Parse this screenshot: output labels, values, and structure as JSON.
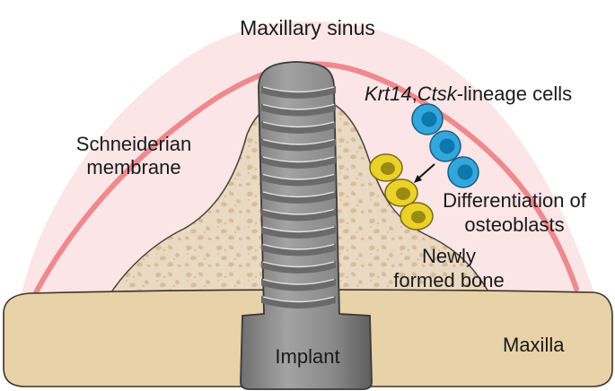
{
  "labels": {
    "sinus": "Maxillary sinus",
    "membrane_l1": "Schneiderian",
    "membrane_l2": "membrane",
    "lineage_a": "Krt14",
    "lineage_sep": ",",
    "lineage_b": "Ctsk",
    "lineage_c": "-lineage cells",
    "diff_l1": "Differentiation of",
    "diff_l2": "osteoblasts",
    "bone_l1": "Newly",
    "bone_l2": "formed bone",
    "implant": "Implant",
    "maxilla": "Maxilla"
  },
  "colors": {
    "sinus_fill": "#fbe5e6",
    "membrane": "#ee8a8e",
    "bone_fill": "#ead9c3",
    "bone_speck": "#d9c0a0",
    "maxilla_fill": "#e8d2a8",
    "implant": "#8f8f8f",
    "implant_dark": "#555555",
    "blue_cell": "#33a7dc",
    "blue_nucleus": "#0e77ad",
    "yellow_cell": "#ead22a",
    "yellow_nucleus": "#9a8a10"
  },
  "icons": {
    "differentiation_arrow": "arrow-down-left-icon"
  }
}
